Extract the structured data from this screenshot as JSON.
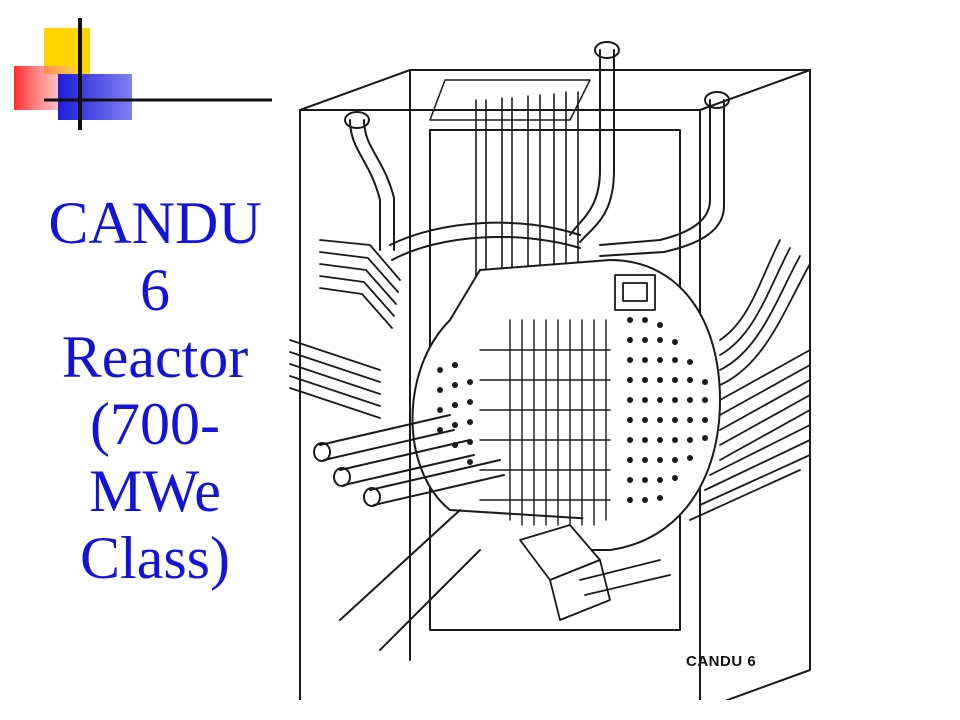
{
  "slide": {
    "title_lines": [
      "CANDU",
      "6",
      "Reactor",
      "(700-",
      "MWe",
      "Class)"
    ],
    "title_color": "#1414d8"
  },
  "logo": {
    "icon": "overlapping-squares-logo-icon",
    "colors": [
      "#ffd400",
      "#ff3b3b",
      "#2a2ad8",
      "#111111"
    ]
  },
  "diagram": {
    "icon": "reactor-cutaway-diagram",
    "caption": "CANDU 6"
  }
}
